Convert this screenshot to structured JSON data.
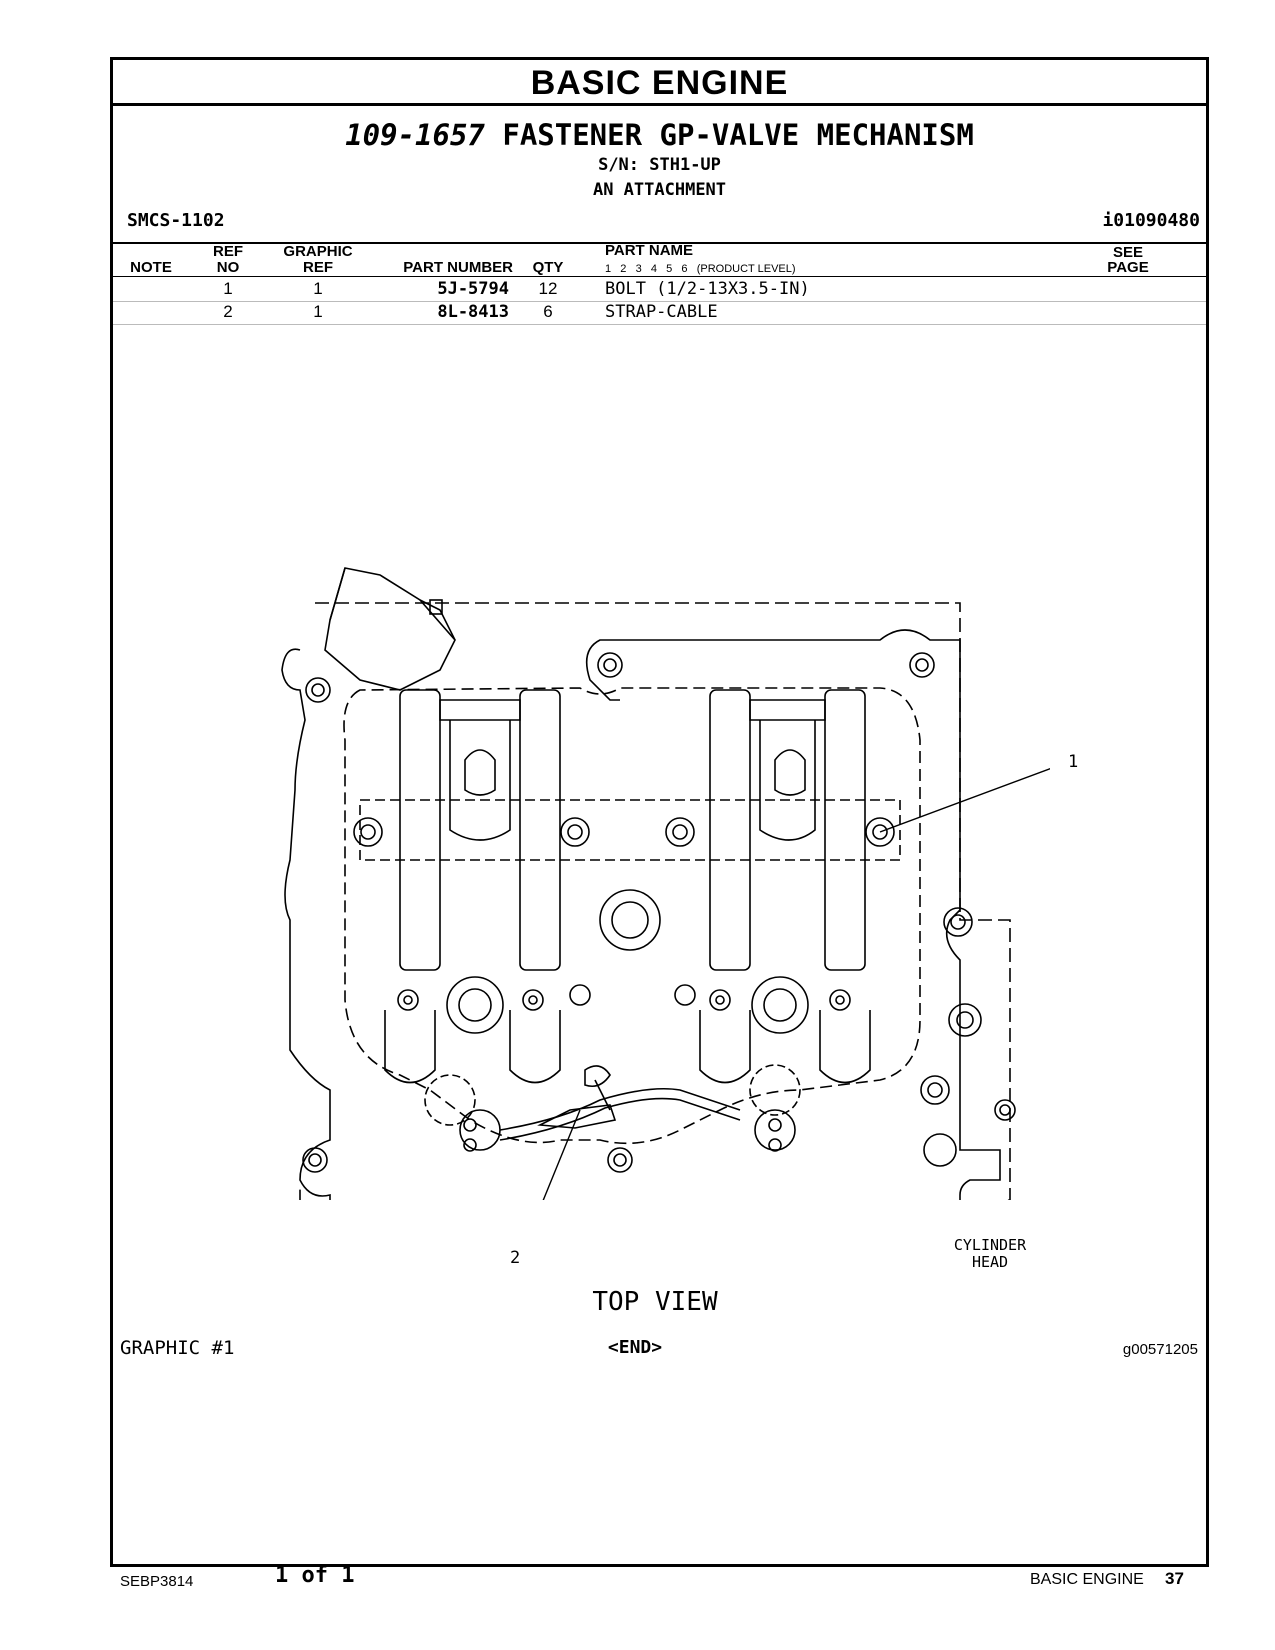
{
  "header": {
    "section_title": "BASIC ENGINE"
  },
  "group": {
    "part_number": "109-1657",
    "title": "FASTENER GP-VALVE MECHANISM",
    "serial": "S/N: STH1-UP",
    "attachment": "AN ATTACHMENT",
    "smcs": "SMCS-1102",
    "doc_id": "i01090480"
  },
  "table": {
    "headers": {
      "note": "NOTE",
      "ref_top": "REF",
      "ref_bottom": "NO",
      "graphic_top": "GRAPHIC",
      "graphic_bottom": "REF",
      "part_number": "PART NUMBER",
      "qty": "QTY",
      "part_name": "PART NAME",
      "levels": "1   2   3   4   5   6   (PRODUCT LEVEL)",
      "see_top": "SEE",
      "see_bottom": "PAGE"
    },
    "rows": [
      {
        "note": "",
        "ref_no": "1",
        "graphic_ref": "1",
        "part_number": "5J-5794",
        "qty": "12",
        "part_name": "BOLT (1/2-13X3.5-IN)",
        "see_page": ""
      },
      {
        "note": "",
        "ref_no": "2",
        "graphic_ref": "1",
        "part_number": "8L-8413",
        "qty": "6",
        "part_name": "STRAP-CABLE",
        "see_page": ""
      }
    ]
  },
  "drawing": {
    "callout_1": "1",
    "callout_2": "2",
    "cyl_label_1": "CYLINDER",
    "cyl_label_2": "HEAD",
    "view_label": "TOP VIEW"
  },
  "graphic": {
    "label": "GRAPHIC #1",
    "end": "<END>",
    "id": "g00571205"
  },
  "footer": {
    "doc_number": "SEBP3814",
    "page_of": "1 of 1",
    "section": "BASIC ENGINE",
    "page": "37"
  }
}
